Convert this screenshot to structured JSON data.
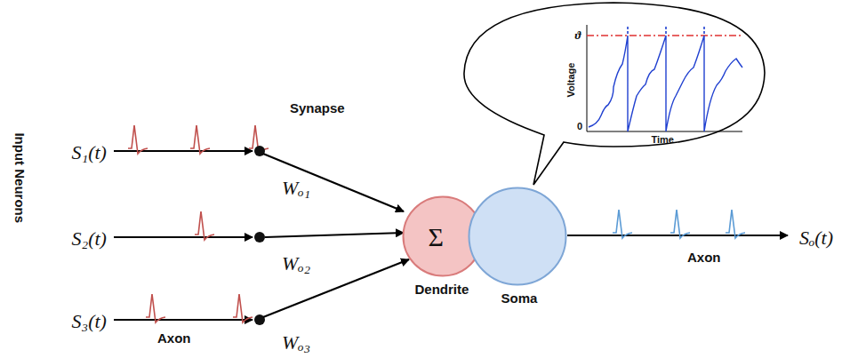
{
  "diagram": {
    "nodes": [
      {
        "text": [
          "Σ",
          "Dendrite"
        ]
      },
      {
        "text": [
          "Soma"
        ]
      }
    ],
    "labels": [
      "Input Neurons",
      "S₁(t)",
      "S₂(t)",
      "S₃(t)",
      "Synapse",
      "Wₒ₁",
      "Wₒ₂",
      "Wₒ₃",
      "Axon",
      "Axon",
      "Sₒ(t)",
      "ϑ",
      "Voltage",
      "0",
      "Time"
    ]
  }
}
